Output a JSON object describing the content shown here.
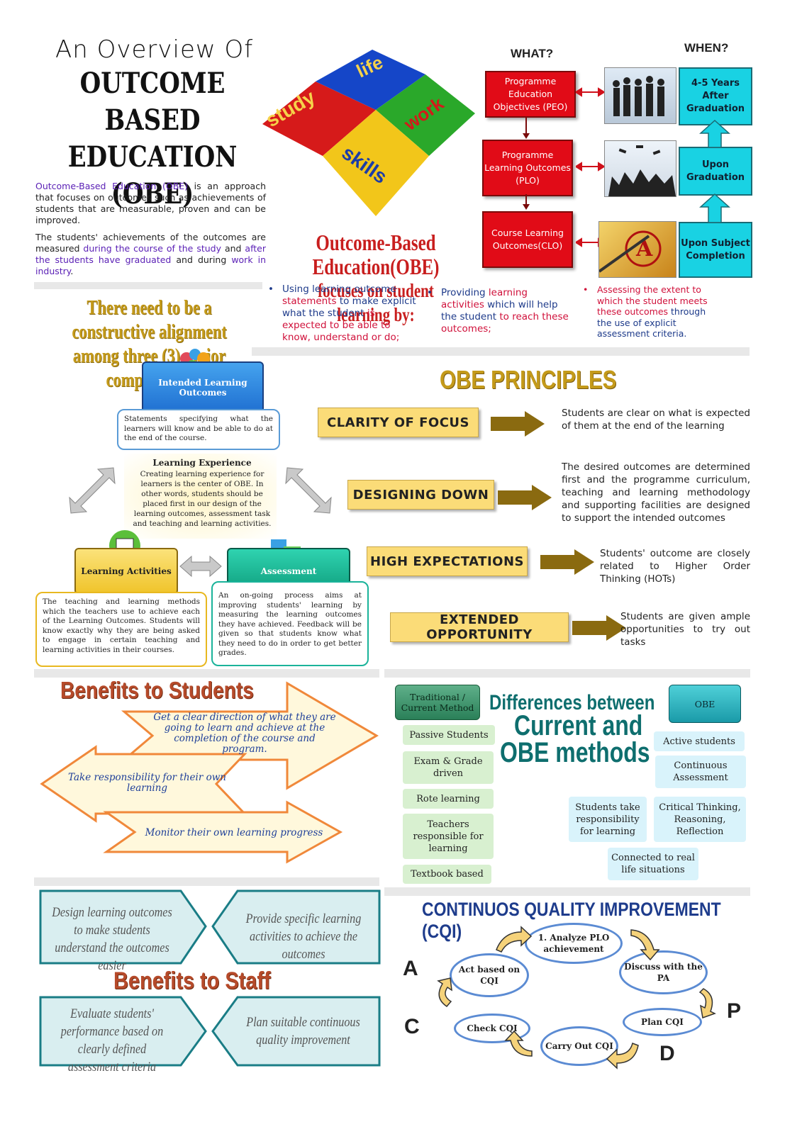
{
  "title": {
    "line1": "An Overview  Of",
    "line2": "OUTCOME",
    "line3": "BASED EDUCATION",
    "line4": "(OBE)"
  },
  "intro": {
    "p1_a": "Outcome-Based Education (OBE)",
    "p1_b": " is an approach that focuses on outcomes such as achievements of students that are measurable, proven and can be improved.",
    "p2_a": "The students' achievements of the outcomes are measured ",
    "p2_b": "during the course of the study",
    "p2_c": " and ",
    "p2_d": "after the students have graduated",
    "p2_e": " and during ",
    "p2_f": "work in industry",
    "p2_g": "."
  },
  "puzzle": {
    "life": "life",
    "study": "study",
    "work": "work",
    "skills": "skills"
  },
  "focus": {
    "line1": "Outcome-Based Education(OBE)",
    "line2": "focuses on student learning by:"
  },
  "bullets": [
    {
      "a": "Using learning outcome ",
      "b": "statements",
      "c": " to make explicit what the student ",
      "d": "is expected to be able to know, understand or do;"
    },
    {
      "a": "Providing ",
      "b": "learning activities",
      "c": " which will help the student ",
      "d": "to reach these outcomes;"
    },
    {
      "a": "Assessing",
      "b": " the extent to which the student meets these outcomes",
      "c": " through the use of explicit assessment criteria."
    }
  ],
  "what_when": {
    "what": "WHAT?",
    "when": "WHEN?",
    "peo": "Programme Education Objectives (PEO)",
    "plo": "Programme Learning Outcomes (PLO)",
    "clo": "Course Learning Outcomes(CLO)",
    "w1": "4-5 Years After Graduation",
    "w2": "Upon Graduation",
    "w3": "Upon Subject Completion"
  },
  "alignment": {
    "heading1": "There need to be a constructive alignment",
    "heading2": "among three (3) major components:",
    "ilo_title": "Intended Learning Outcomes",
    "ilo_text": "Statements specifying what the learners will know and be able to do at the end of the course.",
    "le_title": "Learning Experience",
    "le_text": "Creating learning experience for learners is the center of OBE. In other words, students should be placed first in our design of the learning outcomes, assessment task and teaching and learning activities.",
    "la_title": "Learning Activities",
    "la_text": "The teaching and learning methods which the teachers use to achieve each of the Learning Outcomes. Students will know exactly why they are being asked to engage in certain teaching and learning activities in their courses.",
    "as_title": "Assessment",
    "as_text": "An on-going process aims at improving students' learning by measuring the learning outcomes they have achieved. Feedback will be given so that students know what they need to do in order to get better grades."
  },
  "principles": {
    "heading": "OBE PRINCIPLES",
    "items": [
      {
        "label": "CLARITY OF FOCUS",
        "text": "Students are clear on what is expected of them at the end of the learning"
      },
      {
        "label": "DESIGNING DOWN",
        "text": "The desired outcomes are determined first and the programme curriculum, teaching and learning methodology and supporting facilities are designed to support the intended outcomes"
      },
      {
        "label": "HIGH EXPECTATIONS",
        "text": "Students' outcome are closely related to Higher Order Thinking (HOTs)"
      },
      {
        "label": "EXTENDED OPPORTUNITY",
        "text": "Students are given ample opportunities to try out tasks"
      }
    ]
  },
  "benefits_students": {
    "heading": "Benefits to Students",
    "b1": "Get a clear direction of what they are going to learn and achieve at the completion of the course and program.",
    "b2": "Take responsibility for their own learning",
    "b3": "Monitor their own learning progress"
  },
  "differences": {
    "heading1": "Differences between",
    "heading2": "Current and",
    "heading3": "OBE methods",
    "traditional": "Traditional / Current Method",
    "obe": "OBE",
    "trad_items": [
      "Passive Students",
      "Exam & Grade driven",
      "Rote learning",
      "Teachers responsible for learning",
      "Textbook based"
    ],
    "obe_items": [
      "Active students",
      "Continuous Assessment",
      "Students take responsibility for learning",
      "Critical Thinking, Reasoning, Reflection",
      "Connected to real life situations"
    ]
  },
  "benefits_staff": {
    "heading": "Benefits to Staff",
    "s1": "Design learning outcomes to make students understand the outcomes easier",
    "s2": "Provide specific learning activities to achieve the outcomes",
    "s3": "Evaluate students' performance based on clearly defined assessment criteria",
    "s4": "Plan suitable continuous quality improvement"
  },
  "cqi": {
    "heading": "CONTINUOS QUALITY IMPROVEMENT (CQI)",
    "s1": "1. Analyze PLO achievement",
    "s2": "Discuss with the PA",
    "s3": "Plan CQI",
    "s4": "Carry Out CQI",
    "s5": "Check CQI",
    "s6": "Act based on CQI",
    "A": "A",
    "P": "P",
    "C": "C",
    "D": "D"
  },
  "colors": {
    "red": "#e10b17",
    "cyan": "#19d2e3",
    "gold": "#c49a1a",
    "teal": "#1a7d86",
    "blue": "#1e3c8c"
  }
}
